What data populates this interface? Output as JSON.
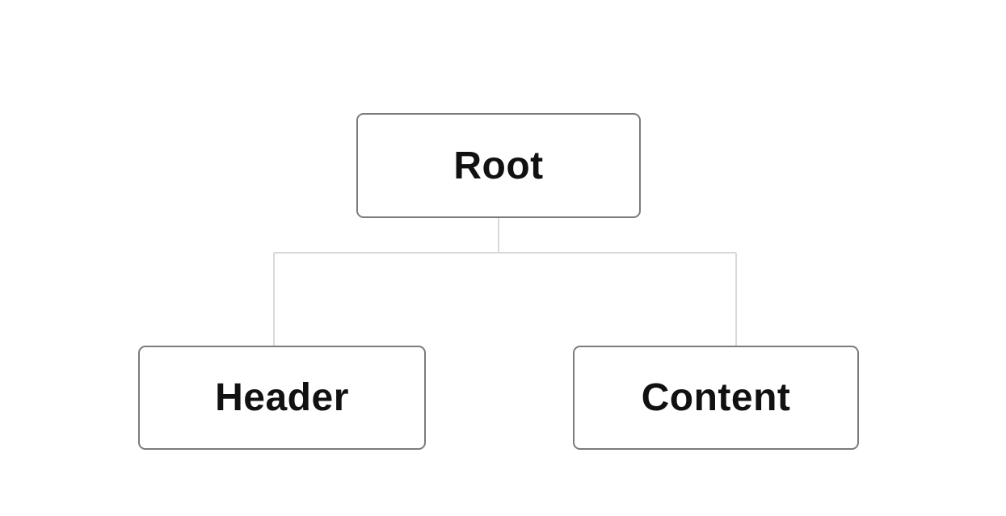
{
  "diagram": {
    "type": "tree",
    "title": "",
    "nodes": [
      {
        "id": "root",
        "label": "Root"
      },
      {
        "id": "header",
        "label": "Header",
        "parent": "root"
      },
      {
        "id": "content",
        "label": "Content",
        "parent": "root"
      }
    ],
    "edges": [
      {
        "from": "root",
        "to": "header"
      },
      {
        "from": "root",
        "to": "content"
      }
    ],
    "colors": {
      "background": "#ffffff",
      "node_fill": "#ffffff",
      "node_border": "#7b7b7b",
      "edge_line": "#d9d9d9",
      "label_text": "#111111"
    }
  }
}
